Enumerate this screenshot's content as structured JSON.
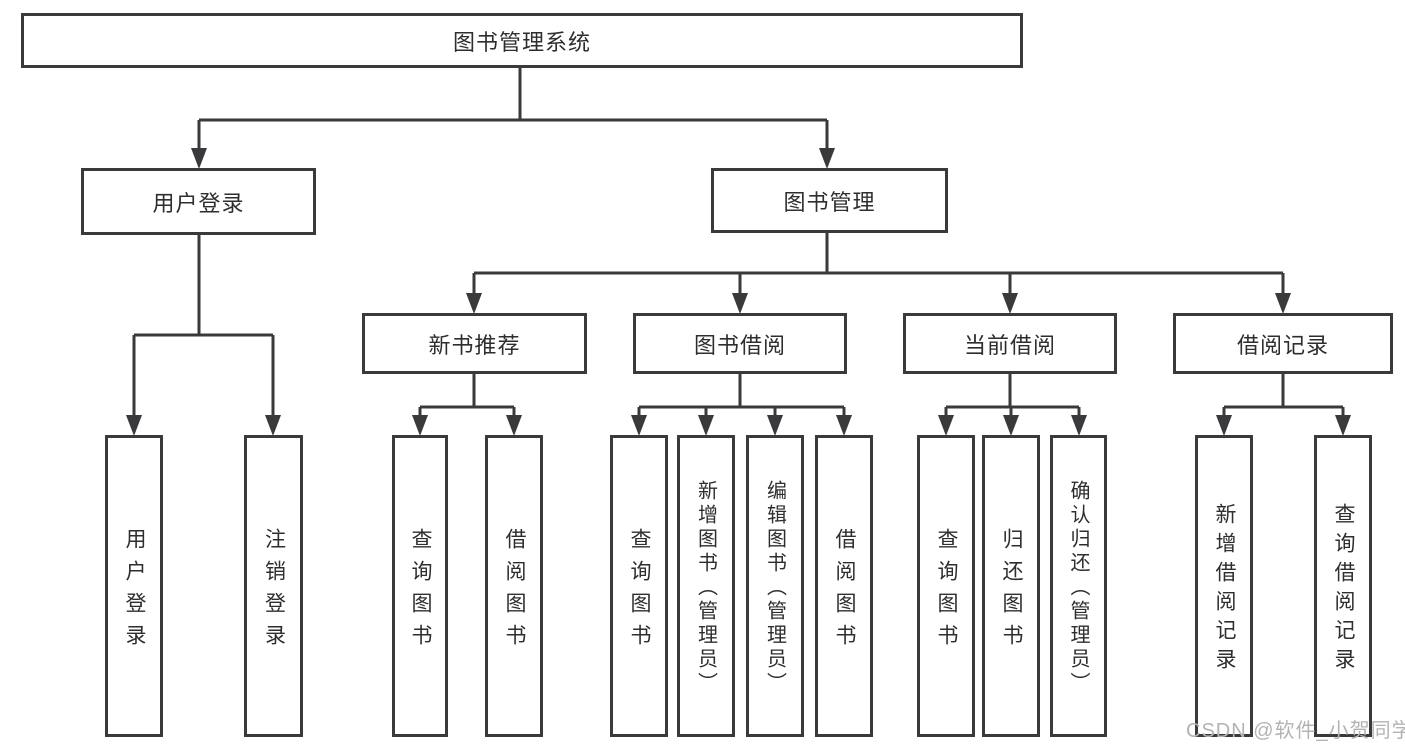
{
  "diagram": {
    "root_label": "图书管理系统",
    "level2": [
      {
        "label": "用户登录",
        "children": [
          {
            "label": "用户登录"
          },
          {
            "label": "注销登录"
          }
        ]
      },
      {
        "label": "图书管理",
        "sections": [
          {
            "label": "新书推荐",
            "children": [
              {
                "label": "查询图书"
              },
              {
                "label": "借阅图书"
              }
            ]
          },
          {
            "label": "图书借阅",
            "children": [
              {
                "label": "查询图书"
              },
              {
                "label": "新增图书（管理员）"
              },
              {
                "label": "编辑图书（管理员）"
              },
              {
                "label": "借阅图书"
              }
            ]
          },
          {
            "label": "当前借阅",
            "children": [
              {
                "label": "查询图书"
              },
              {
                "label": "归还图书"
              },
              {
                "label": "确认归还（管理员）"
              }
            ]
          },
          {
            "label": "借阅记录",
            "children": [
              {
                "label": "新增借阅记录"
              },
              {
                "label": "查询借阅记录"
              }
            ]
          }
        ]
      }
    ],
    "watermark": "CSDN @软件_小贺同学",
    "colors": {
      "line": "#3a3a3c",
      "text": "#2e2e30",
      "watermark": "#b3b3b3",
      "background": "#ffffff"
    }
  }
}
